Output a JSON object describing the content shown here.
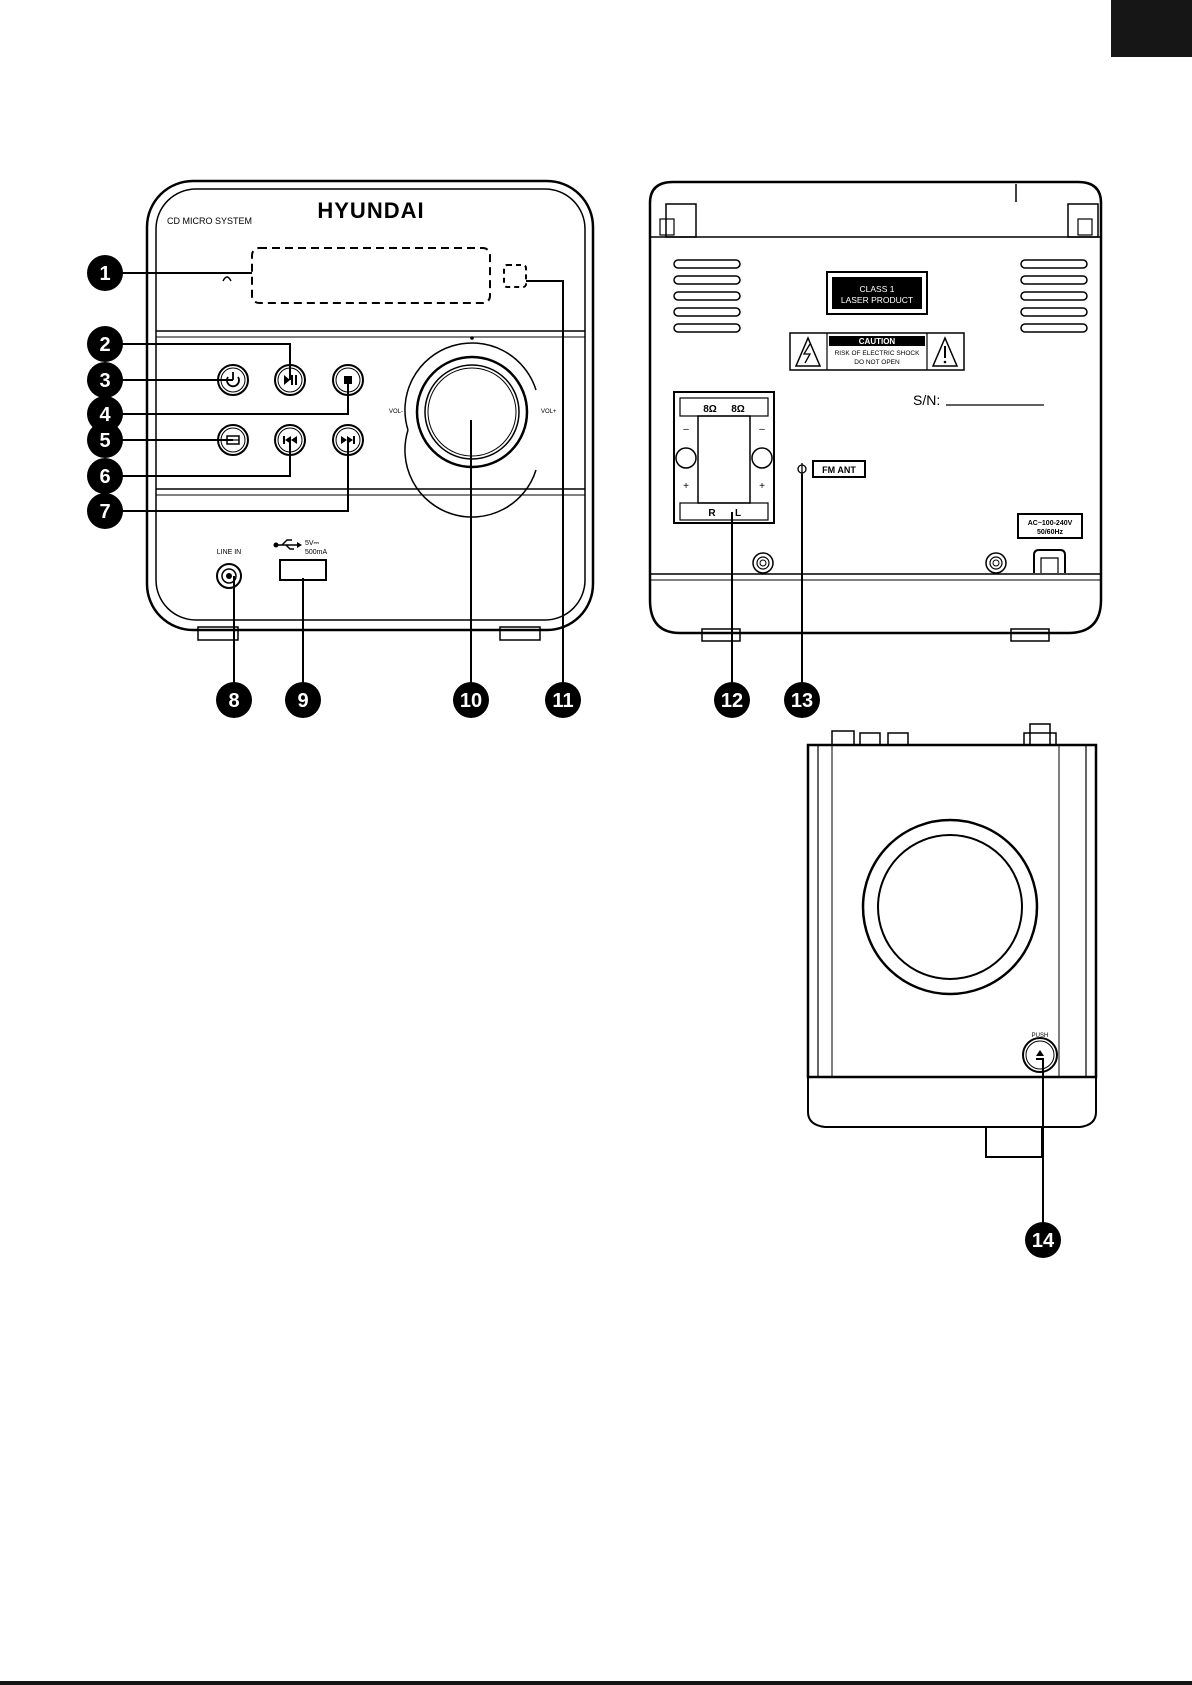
{
  "colors": {
    "ink": "#000000",
    "paper": "#ffffff",
    "tab": "#161616"
  },
  "front": {
    "brand": "HYUNDAI",
    "model": "CD MICRO SYSTEM",
    "vol_minus": "VOL-",
    "vol_plus": "VOL+",
    "line_in": "LINE IN",
    "usb_voltage": "5V⎓",
    "usb_current": "500mA"
  },
  "back": {
    "laser_line1": "CLASS 1",
    "laser_line2": "LASER PRODUCT",
    "caution_title": "CAUTION",
    "caution_line1": "RISK OF ELECTRIC SHOCK",
    "caution_line2": "DO NOT OPEN",
    "serial_label": "S/N:",
    "speaker_imp_left": "8Ω",
    "speaker_imp_right": "8Ω",
    "speaker_r": "R",
    "speaker_l": "L",
    "minus_sign": "–",
    "plus_sign": "+",
    "fm_ant": "FM ANT",
    "power_line1": "AC~100-240V",
    "power_line2": "50/60Hz"
  },
  "top": {
    "push": "PUSH"
  },
  "callouts": [
    "1",
    "2",
    "3",
    "4",
    "5",
    "6",
    "7",
    "8",
    "9",
    "10",
    "11",
    "12",
    "13",
    "14"
  ]
}
